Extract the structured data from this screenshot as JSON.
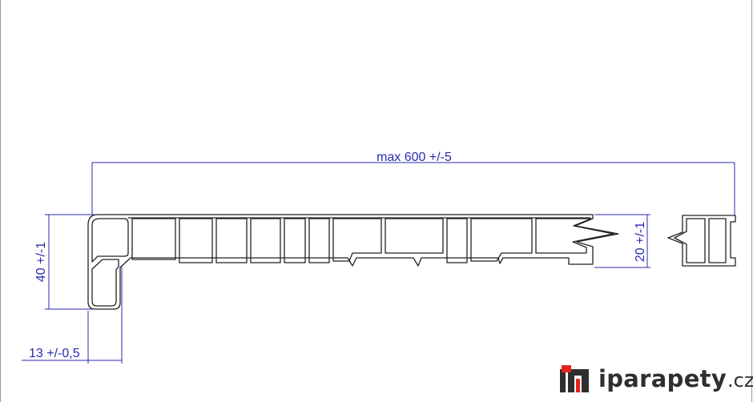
{
  "dimensions": {
    "width_label": "max 600 +/-5",
    "height_label": "40 +/-1",
    "tongue_label": "20 +/-1",
    "nose_label": "13 +/-0,5"
  },
  "brand": {
    "name": "iparapety",
    "tld": ".cz",
    "accent_color": "#e3251d",
    "text_color": "#2f2f2f"
  },
  "colors": {
    "dimension_line": "#2a2ab0",
    "profile_outline": "#222222"
  }
}
